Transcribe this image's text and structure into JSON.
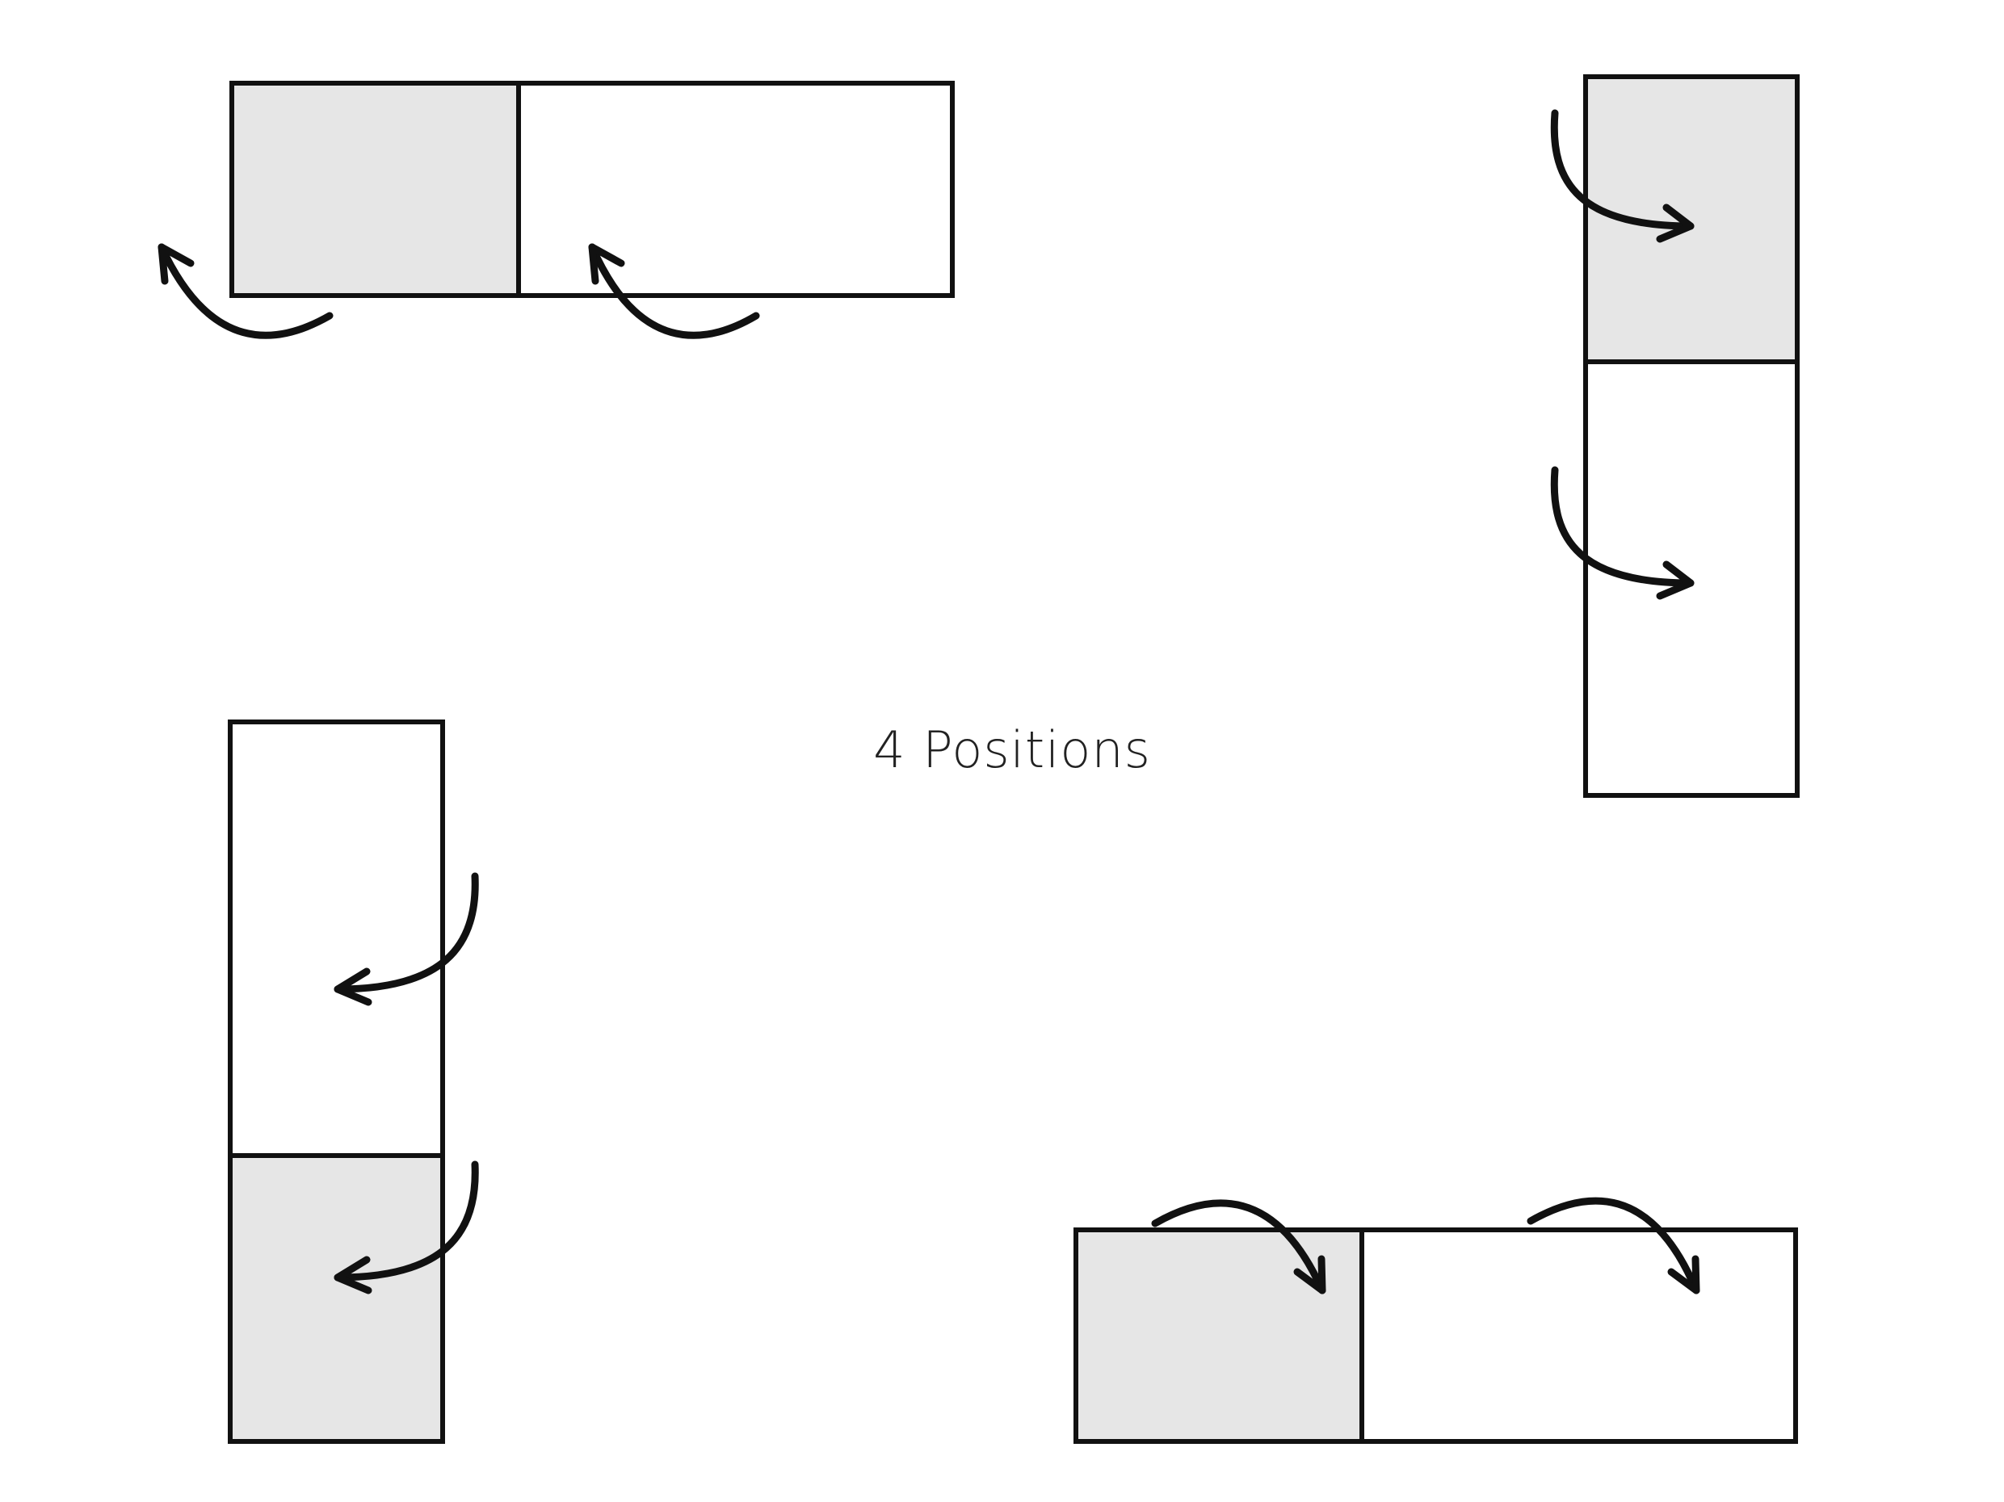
{
  "diagram": {
    "center_label": "4 Positions",
    "colors": {
      "stroke": "#111111",
      "shaded_panel": "#e6e6e6",
      "plain_panel": "#ffffff",
      "text": "#222222"
    },
    "positions": [
      {
        "id": "top-left",
        "orientation": "horizontal",
        "shaded_panel": "left",
        "arrow_direction": "counter-clockwise-up-left"
      },
      {
        "id": "top-right",
        "orientation": "vertical",
        "shaded_panel": "top",
        "arrow_direction": "clockwise-down-right"
      },
      {
        "id": "bottom-left",
        "orientation": "vertical",
        "shaded_panel": "bottom",
        "arrow_direction": "counter-clockwise-down-left"
      },
      {
        "id": "bottom-right",
        "orientation": "horizontal",
        "shaded_panel": "left",
        "arrow_direction": "clockwise-down-right"
      }
    ]
  }
}
